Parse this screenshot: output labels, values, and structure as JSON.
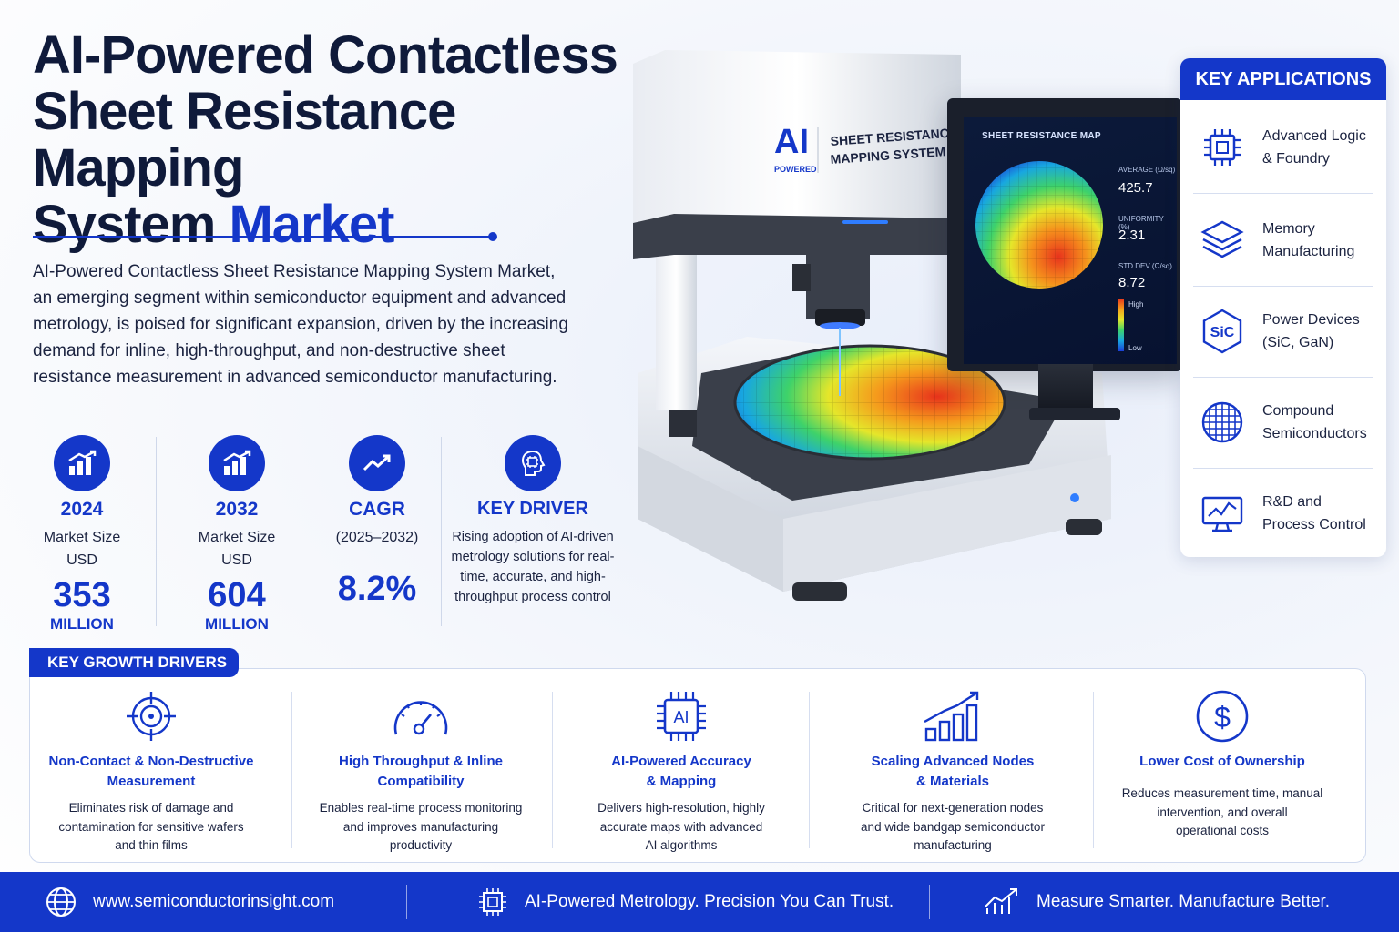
{
  "header": {
    "title_line1": "AI-Powered Contactless",
    "title_line2": "Sheet Resistance Mapping",
    "title_line3_a": "System",
    "title_line3_b": "Market",
    "intro": "AI-Powered Contactless Sheet Resistance Mapping System Market, an emerging segment within semiconductor equipment and advanced metrology, is poised for significant expansion, driven by the increasing demand for inline, high-throughput, and non-destructive sheet resistance measurement in advanced semiconductor manufacturing."
  },
  "stats": [
    {
      "year": "2024",
      "label1": "Market Size",
      "label2": "USD",
      "value": "353",
      "unit": "MILLION"
    },
    {
      "year": "2032",
      "label1": "Market Size",
      "label2": "USD",
      "value": "604",
      "unit": "MILLION"
    },
    {
      "year": "CAGR",
      "label1": "(2025–2032)",
      "value": "8.2%"
    }
  ],
  "key_driver": {
    "title": "KEY DRIVER",
    "text": "Rising adoption of AI-driven metrology solutions for real-time, accurate, and high-throughput process control"
  },
  "machine": {
    "badge_ai": "AI",
    "badge_powered": "POWERED",
    "label_line1": "SHEET RESISTANCE",
    "label_line2": "MAPPING SYSTEM"
  },
  "monitor": {
    "title": "SHEET RESISTANCE MAP",
    "avg_label": "AVERAGE (Ω/sq)",
    "avg_value": "425.7",
    "unif_label": "UNIFORMITY (%)",
    "unif_value": "2.31",
    "std_label": "STD DEV (Ω/sq)",
    "std_value": "8.72",
    "legend_high": "High",
    "legend_low": "Low"
  },
  "applications": {
    "title": "KEY APPLICATIONS",
    "items": [
      {
        "icon": "chip-icon",
        "line1": "Advanced Logic",
        "line2": "& Foundry"
      },
      {
        "icon": "layers-icon",
        "line1": "Memory",
        "line2": "Manufacturing"
      },
      {
        "icon": "sic-icon",
        "icon_text": "SiC",
        "line1": "Power Devices",
        "line2": "(SiC, GaN)"
      },
      {
        "icon": "wafer-grid-icon",
        "line1": "Compound",
        "line2": "Semiconductors"
      },
      {
        "icon": "monitor-chart-icon",
        "line1": "R&D and",
        "line2": "Process Control"
      }
    ]
  },
  "growth_drivers": {
    "tag": "KEY GROWTH DRIVERS",
    "items": [
      {
        "icon": "target-icon",
        "title1": "Non-Contact & Non-Destructive",
        "title2": "Measurement",
        "text1": "Eliminates risk of damage and",
        "text2": "contamination for sensitive wafers",
        "text3": "and thin films"
      },
      {
        "icon": "gauge-icon",
        "title1": "High Throughput & Inline",
        "title2": "Compatibility",
        "text1": "Enables real-time process monitoring",
        "text2": "and improves manufacturing",
        "text3": "productivity"
      },
      {
        "icon": "ai-chip-icon",
        "icon_text": "AI",
        "title1": "AI-Powered Accuracy",
        "title2": "& Mapping",
        "text1": "Delivers high-resolution, highly",
        "text2": "accurate maps with advanced",
        "text3": "AI algorithms"
      },
      {
        "icon": "growth-bars-icon",
        "title1": "Scaling Advanced Nodes",
        "title2": "& Materials",
        "text1": "Critical for next-generation nodes",
        "text2": "and wide bandgap semiconductor",
        "text3": "manufacturing"
      },
      {
        "icon": "dollar-icon",
        "icon_text": "$",
        "title1": "Lower Cost of Ownership",
        "title2": "",
        "text1": "Reduces measurement time, manual",
        "text2": "intervention, and overall",
        "text3": "operational costs"
      }
    ]
  },
  "footer": {
    "website": "www.semiconductorinsight.com",
    "tagline1": "AI-Powered Metrology. Precision You Can Trust.",
    "tagline2": "Measure Smarter. Manufacture Better."
  },
  "colors": {
    "primary_blue": "#1437c9",
    "dark_text": "#0f1a3a"
  }
}
